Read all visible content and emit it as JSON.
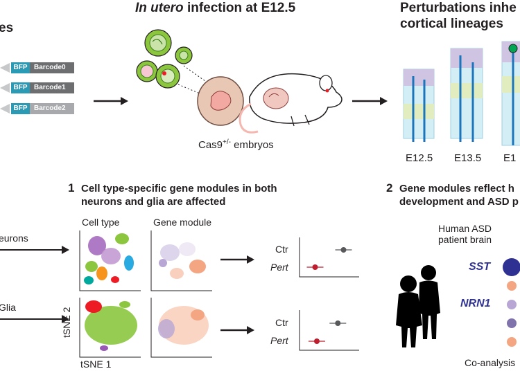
{
  "headers": {
    "left_partial": "es",
    "infection_italic": "In utero",
    "infection_rest": " infection at E12.5",
    "perturbations_line1": "Perturbations inhe",
    "perturbations_line2": "cortical lineages"
  },
  "barcodes": [
    {
      "tag": "BFP",
      "label": "Barcode0"
    },
    {
      "tag": "BFP",
      "label": "Barcode1"
    },
    {
      "tag": "BFP",
      "label": "Barcode2"
    }
  ],
  "embryo_label": {
    "base": "Cas9",
    "sup": "+/-",
    "rest": " embryos"
  },
  "timepoints": [
    "E12.5",
    "E13.5",
    "E1"
  ],
  "section1": {
    "number": "1",
    "title_line1": "Cell type-specific gene modules in both",
    "title_line2": "neurons and glia are affected",
    "col_cell_type": "Cell type",
    "col_gene_module": "Gene module",
    "row_neurons": "eurons",
    "row_glia": "Glia",
    "axis_y": "tSNE 2",
    "axis_x": "tSNE 1"
  },
  "forest_plots": [
    {
      "ctr_label": "Ctr",
      "pert_label": "Pert",
      "ctr_value": 0.75,
      "pert_value": 0.25
    },
    {
      "ctr_label": "Ctr",
      "pert_label": "Pert",
      "ctr_value": 0.65,
      "pert_value": 0.28
    }
  ],
  "section2": {
    "number": "2",
    "title_line1": "Gene modules reflect h",
    "title_line2": "development and ASD p",
    "human_line1": "Human ASD",
    "human_line2": "patient brain",
    "gene1": "SST",
    "gene2": "NRN1",
    "coanalysis": "Co-analysis"
  },
  "colors": {
    "bfp": "#2b9bb5",
    "barcode_dark": "#6d6e70",
    "barcode_light": "#a7a9ac",
    "pert_red": "#be1e2d",
    "ctr_grey": "#58595b",
    "gene_blue": "#2e3192",
    "dot_navy": "#2e3192",
    "dot_salmon": "#f4a582",
    "dot_lilac": "#b8a6d4",
    "dot_purple": "#8073ac"
  }
}
